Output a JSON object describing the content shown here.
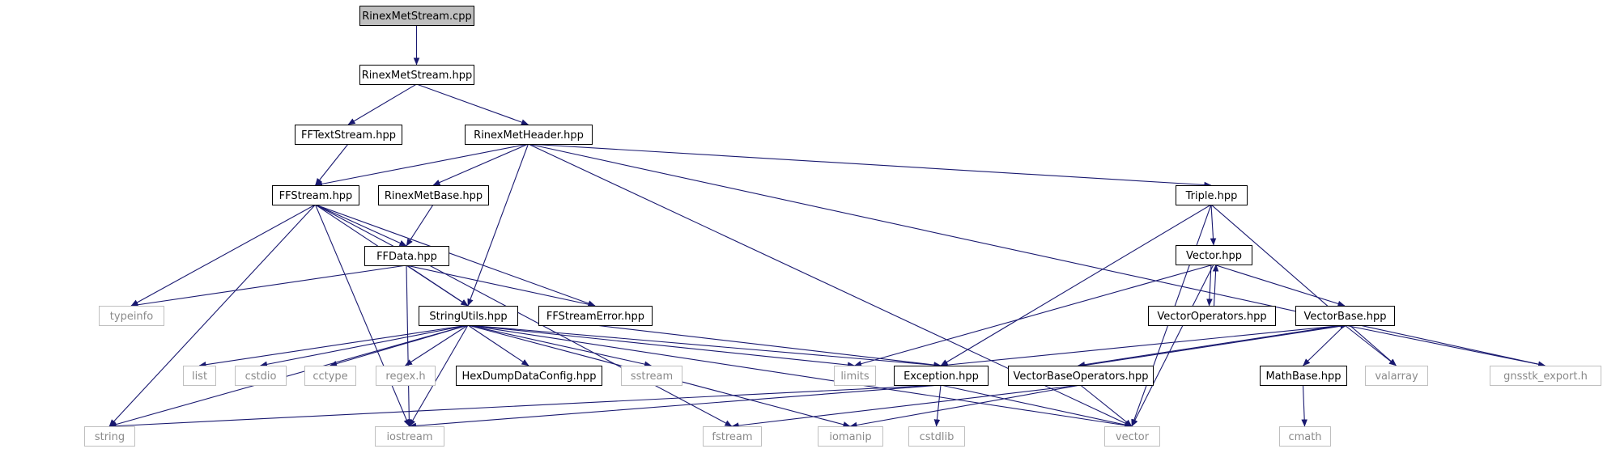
{
  "nodes": [
    {
      "id": "rinexmetstream_cpp",
      "label": "RinexMetStream.cpp",
      "kind": "root"
    },
    {
      "id": "rinexmetstream_hpp",
      "label": "RinexMetStream.hpp",
      "kind": "doc"
    },
    {
      "id": "fftextstream_hpp",
      "label": "FFTextStream.hpp",
      "kind": "doc"
    },
    {
      "id": "rinexmetheader_hpp",
      "label": "RinexMetHeader.hpp",
      "kind": "doc"
    },
    {
      "id": "ffstream_hpp",
      "label": "FFStream.hpp",
      "kind": "doc"
    },
    {
      "id": "rinexmetbase_hpp",
      "label": "RinexMetBase.hpp",
      "kind": "doc"
    },
    {
      "id": "triple_hpp",
      "label": "Triple.hpp",
      "kind": "doc"
    },
    {
      "id": "ffdata_hpp",
      "label": "FFData.hpp",
      "kind": "doc"
    },
    {
      "id": "vector_hpp",
      "label": "Vector.hpp",
      "kind": "doc"
    },
    {
      "id": "typeinfo",
      "label": "typeinfo",
      "kind": "ext"
    },
    {
      "id": "stringutils_hpp",
      "label": "StringUtils.hpp",
      "kind": "doc"
    },
    {
      "id": "ffstreamerror_hpp",
      "label": "FFStreamError.hpp",
      "kind": "doc"
    },
    {
      "id": "vectoroperators_hpp",
      "label": "VectorOperators.hpp",
      "kind": "doc"
    },
    {
      "id": "vectorbase_hpp",
      "label": "VectorBase.hpp",
      "kind": "doc"
    },
    {
      "id": "list",
      "label": "list",
      "kind": "ext"
    },
    {
      "id": "cstdio",
      "label": "cstdio",
      "kind": "ext"
    },
    {
      "id": "cctype",
      "label": "cctype",
      "kind": "ext"
    },
    {
      "id": "regex_h",
      "label": "regex.h",
      "kind": "ext"
    },
    {
      "id": "hexdump_hpp",
      "label": "HexDumpDataConfig.hpp",
      "kind": "doc"
    },
    {
      "id": "sstream",
      "label": "sstream",
      "kind": "ext"
    },
    {
      "id": "limits",
      "label": "limits",
      "kind": "ext"
    },
    {
      "id": "exception_hpp",
      "label": "Exception.hpp",
      "kind": "doc"
    },
    {
      "id": "vectorbaseoperators_hpp",
      "label": "VectorBaseOperators.hpp",
      "kind": "doc"
    },
    {
      "id": "mathbase_hpp",
      "label": "MathBase.hpp",
      "kind": "doc"
    },
    {
      "id": "valarray",
      "label": "valarray",
      "kind": "ext"
    },
    {
      "id": "gnsstk_export_h",
      "label": "gnsstk_export.h",
      "kind": "ext"
    },
    {
      "id": "string",
      "label": "string",
      "kind": "ext"
    },
    {
      "id": "iostream",
      "label": "iostream",
      "kind": "ext"
    },
    {
      "id": "fstream",
      "label": "fstream",
      "kind": "ext"
    },
    {
      "id": "iomanip",
      "label": "iomanip",
      "kind": "ext"
    },
    {
      "id": "cstdlib",
      "label": "cstdlib",
      "kind": "ext"
    },
    {
      "id": "vector",
      "label": "vector",
      "kind": "ext"
    },
    {
      "id": "cmath",
      "label": "cmath",
      "kind": "ext"
    }
  ],
  "edges": [
    [
      "rinexmetstream_cpp",
      "rinexmetstream_hpp"
    ],
    [
      "rinexmetstream_hpp",
      "fftextstream_hpp"
    ],
    [
      "rinexmetstream_hpp",
      "rinexmetheader_hpp"
    ],
    [
      "fftextstream_hpp",
      "ffstream_hpp"
    ],
    [
      "rinexmetheader_hpp",
      "ffstream_hpp"
    ],
    [
      "rinexmetheader_hpp",
      "rinexmetbase_hpp"
    ],
    [
      "rinexmetheader_hpp",
      "stringutils_hpp"
    ],
    [
      "rinexmetheader_hpp",
      "triple_hpp"
    ],
    [
      "rinexmetheader_hpp",
      "vector"
    ],
    [
      "rinexmetheader_hpp",
      "gnsstk_export_h"
    ],
    [
      "ffstream_hpp",
      "ffdata_hpp"
    ],
    [
      "ffstream_hpp",
      "typeinfo"
    ],
    [
      "ffstream_hpp",
      "stringutils_hpp"
    ],
    [
      "ffstream_hpp",
      "ffstreamerror_hpp"
    ],
    [
      "ffstream_hpp",
      "string"
    ],
    [
      "ffstream_hpp",
      "iostream"
    ],
    [
      "ffstream_hpp",
      "fstream"
    ],
    [
      "rinexmetbase_hpp",
      "ffdata_hpp"
    ],
    [
      "ffdata_hpp",
      "typeinfo"
    ],
    [
      "ffdata_hpp",
      "stringutils_hpp"
    ],
    [
      "ffdata_hpp",
      "ffstreamerror_hpp"
    ],
    [
      "ffdata_hpp",
      "iostream"
    ],
    [
      "stringutils_hpp",
      "list"
    ],
    [
      "stringutils_hpp",
      "cstdio"
    ],
    [
      "stringutils_hpp",
      "cctype"
    ],
    [
      "stringutils_hpp",
      "regex_h"
    ],
    [
      "stringutils_hpp",
      "hexdump_hpp"
    ],
    [
      "stringutils_hpp",
      "sstream"
    ],
    [
      "stringutils_hpp",
      "limits"
    ],
    [
      "stringutils_hpp",
      "exception_hpp"
    ],
    [
      "stringutils_hpp",
      "string"
    ],
    [
      "stringutils_hpp",
      "iostream"
    ],
    [
      "stringutils_hpp",
      "iomanip"
    ],
    [
      "stringutils_hpp",
      "vector"
    ],
    [
      "ffstreamerror_hpp",
      "exception_hpp"
    ],
    [
      "triple_hpp",
      "vector_hpp"
    ],
    [
      "triple_hpp",
      "exception_hpp"
    ],
    [
      "triple_hpp",
      "valarray"
    ],
    [
      "triple_hpp",
      "vector"
    ],
    [
      "vector_hpp",
      "vectoroperators_hpp"
    ],
    [
      "vectoroperators_hpp",
      "vector_hpp"
    ],
    [
      "vector_hpp",
      "vectorbase_hpp"
    ],
    [
      "vector_hpp",
      "limits"
    ],
    [
      "vector_hpp",
      "vector"
    ],
    [
      "vectorbase_hpp",
      "vectorbaseoperators_hpp"
    ],
    [
      "vectorbaseoperators_hpp",
      "vectorbase_hpp"
    ],
    [
      "vectorbase_hpp",
      "exception_hpp"
    ],
    [
      "vectorbase_hpp",
      "mathbase_hpp"
    ],
    [
      "vectorbase_hpp",
      "valarray"
    ],
    [
      "vectorbase_hpp",
      "gnsstk_export_h"
    ],
    [
      "exception_hpp",
      "string"
    ],
    [
      "exception_hpp",
      "iostream"
    ],
    [
      "exception_hpp",
      "cstdlib"
    ],
    [
      "exception_hpp",
      "vector"
    ],
    [
      "vectorbaseoperators_hpp",
      "vector"
    ],
    [
      "vectorbaseoperators_hpp",
      "fstream"
    ],
    [
      "vectorbaseoperators_hpp",
      "iomanip"
    ],
    [
      "mathbase_hpp",
      "cmath"
    ]
  ],
  "colors": {
    "edge": "#191970",
    "root_fill": "#bfbfbf",
    "node_border": "#000000",
    "ext_border": "#bfbfbf",
    "ext_text": "#8a8a8a"
  }
}
